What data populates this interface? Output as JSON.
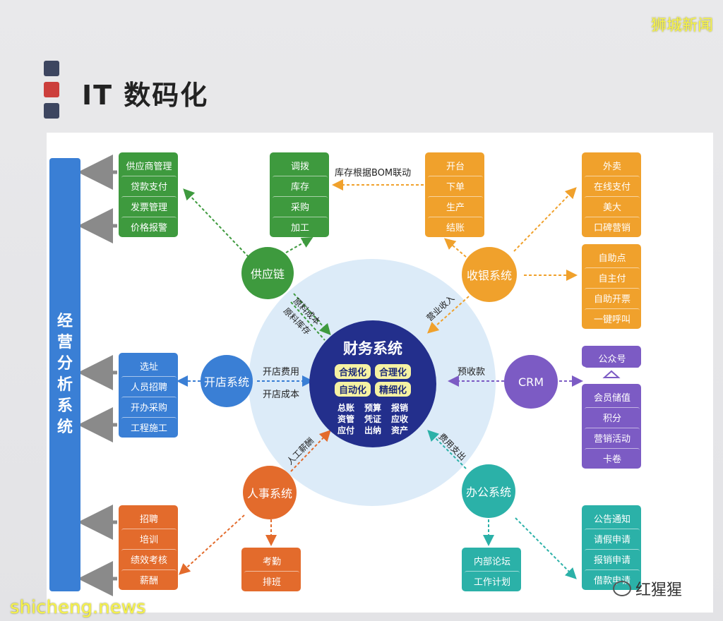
{
  "watermarks": {
    "top_right": "狮城新闻",
    "bottom_left": "shicheng.news",
    "bottom_right": "红猩猩"
  },
  "title": "IT 数码化",
  "colors": {
    "blue": "#3a7fd5",
    "green": "#3e9a3e",
    "orange": "#f0a12c",
    "purple": "#7c5bc4",
    "red_orange": "#e36b2c",
    "teal": "#2bb1a8",
    "navy": "#232f8c",
    "circle": "#dcebf8"
  },
  "sidebar": {
    "chars": [
      "经",
      "营",
      "分",
      "析",
      "系",
      "统"
    ]
  },
  "center": {
    "title": "财务系统",
    "tags": [
      "合规化",
      "合理化",
      "自动化",
      "精细化"
    ],
    "grid": [
      [
        "总账",
        "预算",
        "报销"
      ],
      [
        "资管",
        "凭证",
        "应收"
      ],
      [
        "应付",
        "出纳",
        "资产"
      ]
    ]
  },
  "hubs": {
    "supply": "供应链",
    "shop": "开店系统",
    "hr": "人事系统",
    "pos": "收银系统",
    "crm": "CRM",
    "office": "办公系统"
  },
  "groups": {
    "supply_left": [
      "供应商管理",
      "贷款支付",
      "发票管理",
      "价格报警"
    ],
    "supply_top": [
      "调拨",
      "库存",
      "采购",
      "加工"
    ],
    "pos_top": [
      "开台",
      "下单",
      "生产",
      "结账"
    ],
    "pos_right_a": [
      "外卖",
      "在线支付",
      "美大",
      "口碑营销"
    ],
    "pos_right_b": [
      "自助点",
      "自主付",
      "自助开票",
      "一键呼叫"
    ],
    "crm_top": [
      "公众号"
    ],
    "crm_bottom": [
      "会员储值",
      "积分",
      "营销活动",
      "卡卷"
    ],
    "shop_left": [
      "选址",
      "人员招聘",
      "开办采购",
      "工程施工"
    ],
    "hr_left": [
      "招聘",
      "培训",
      "绩效考核",
      "薪酬"
    ],
    "hr_bottom": [
      "考勤",
      "排班"
    ],
    "office_bottom": [
      "内部论坛",
      "工作计划"
    ],
    "office_right": [
      "公告通知",
      "请假申请",
      "报销申请",
      "借款申请"
    ]
  },
  "edge_labels": {
    "bom": "库存根据BOM联动",
    "raw_cost": "原料成本",
    "raw_stock": "原料库存",
    "revenue": "营业收入",
    "open_fee": "开店费用",
    "open_cost": "开店成本",
    "prepaid": "预收款",
    "labor": "人工薪酬",
    "expense": "费用支出"
  }
}
